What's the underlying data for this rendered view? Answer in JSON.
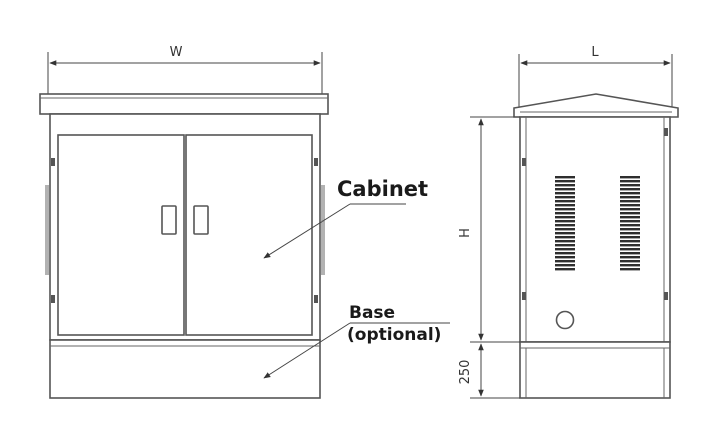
{
  "dimensions": {
    "width_label": "W",
    "length_label": "L",
    "height_label": "H",
    "base_height_label": "250"
  },
  "callouts": {
    "cabinet": "Cabinet",
    "base_line1": "Base",
    "base_line2": "(optional)"
  },
  "colors": {
    "line": "#555555",
    "vent": "#2e2e2e",
    "text": "#1a1a1a"
  }
}
